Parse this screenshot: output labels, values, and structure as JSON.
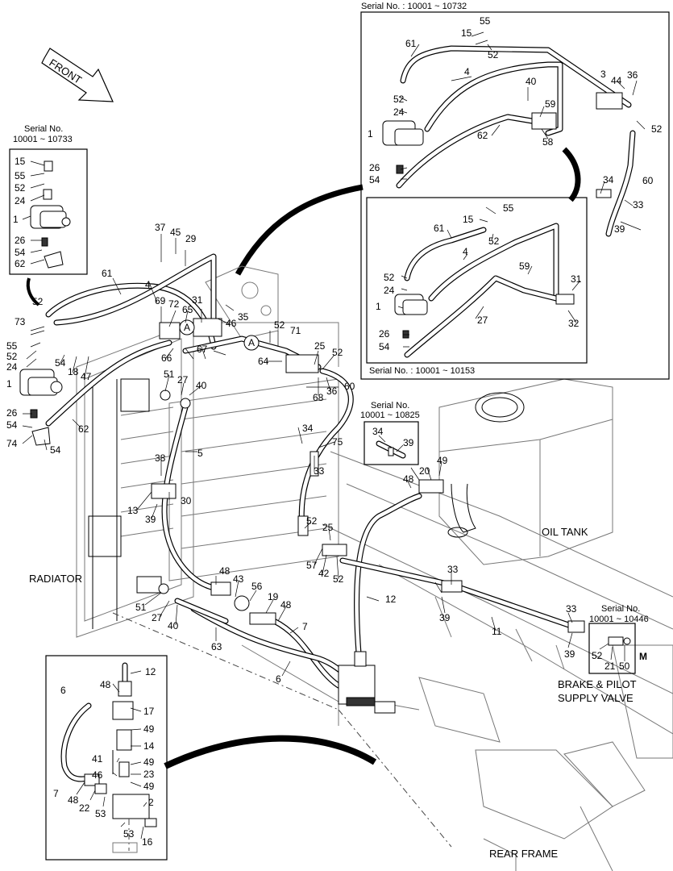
{
  "front_label": "FRONT",
  "serials": {
    "top_right": "Serial No. : 10001 ~ 10732",
    "inner": "Serial No. : 10001 ~ 10153",
    "left_line1": "Serial No.",
    "left_line2": "10001 ~ 10733",
    "mid_line1": "Serial No.",
    "mid_line2": "10001 ~ 10825",
    "right_line1": "Serial No.",
    "right_line2": "10001 ~ 10446"
  },
  "callouts": {
    "oil_tank": "OIL TANK",
    "radiator": "RADIATOR",
    "brake_line1": "BRAKE & PILOT",
    "brake_line2": "SUPPLY VALVE",
    "rear_frame": "REAR FRAME",
    "view_a": "A",
    "view_m": "M"
  },
  "part_numbers": {
    "tr": [
      "55",
      "15",
      "61",
      "52",
      "4",
      "3",
      "44",
      "36",
      "40",
      "59",
      "52",
      "24",
      "62",
      "58",
      "1",
      "52",
      "26",
      "54",
      "34",
      "60",
      "33",
      "39"
    ],
    "ti": [
      "55",
      "15",
      "61",
      "52",
      "4",
      "59",
      "52",
      "24",
      "31",
      "1",
      "27",
      "32",
      "26",
      "54"
    ],
    "lb": [
      "15",
      "55",
      "52",
      "24",
      "1",
      "26",
      "54",
      "62"
    ],
    "main": [
      "37",
      "45",
      "29",
      "4",
      "61",
      "69",
      "72",
      "31",
      "65",
      "35",
      "52",
      "73",
      "46",
      "52",
      "71",
      "55",
      "67",
      "52",
      "25",
      "52",
      "54",
      "18",
      "47",
      "66",
      "64",
      "68",
      "36",
      "24",
      "51",
      "27",
      "60",
      "1",
      "40",
      "26",
      "62",
      "34",
      "54",
      "5",
      "75",
      "74",
      "54",
      "38",
      "33",
      "20",
      "49",
      "48",
      "13",
      "30",
      "39",
      "52",
      "25",
      "57",
      "42",
      "52",
      "48",
      "43",
      "33",
      "56",
      "51",
      "19",
      "48",
      "12",
      "27",
      "40",
      "7",
      "63",
      "39",
      "33",
      "11",
      "6",
      "39"
    ],
    "mr": [
      "34",
      "39"
    ],
    "br": [
      "52",
      "21",
      "50"
    ],
    "bl": [
      "12",
      "6",
      "48",
      "17",
      "49",
      "14",
      "41",
      "49",
      "46",
      "23",
      "7",
      "49",
      "48",
      "22",
      "2",
      "53",
      "53",
      "16"
    ]
  }
}
